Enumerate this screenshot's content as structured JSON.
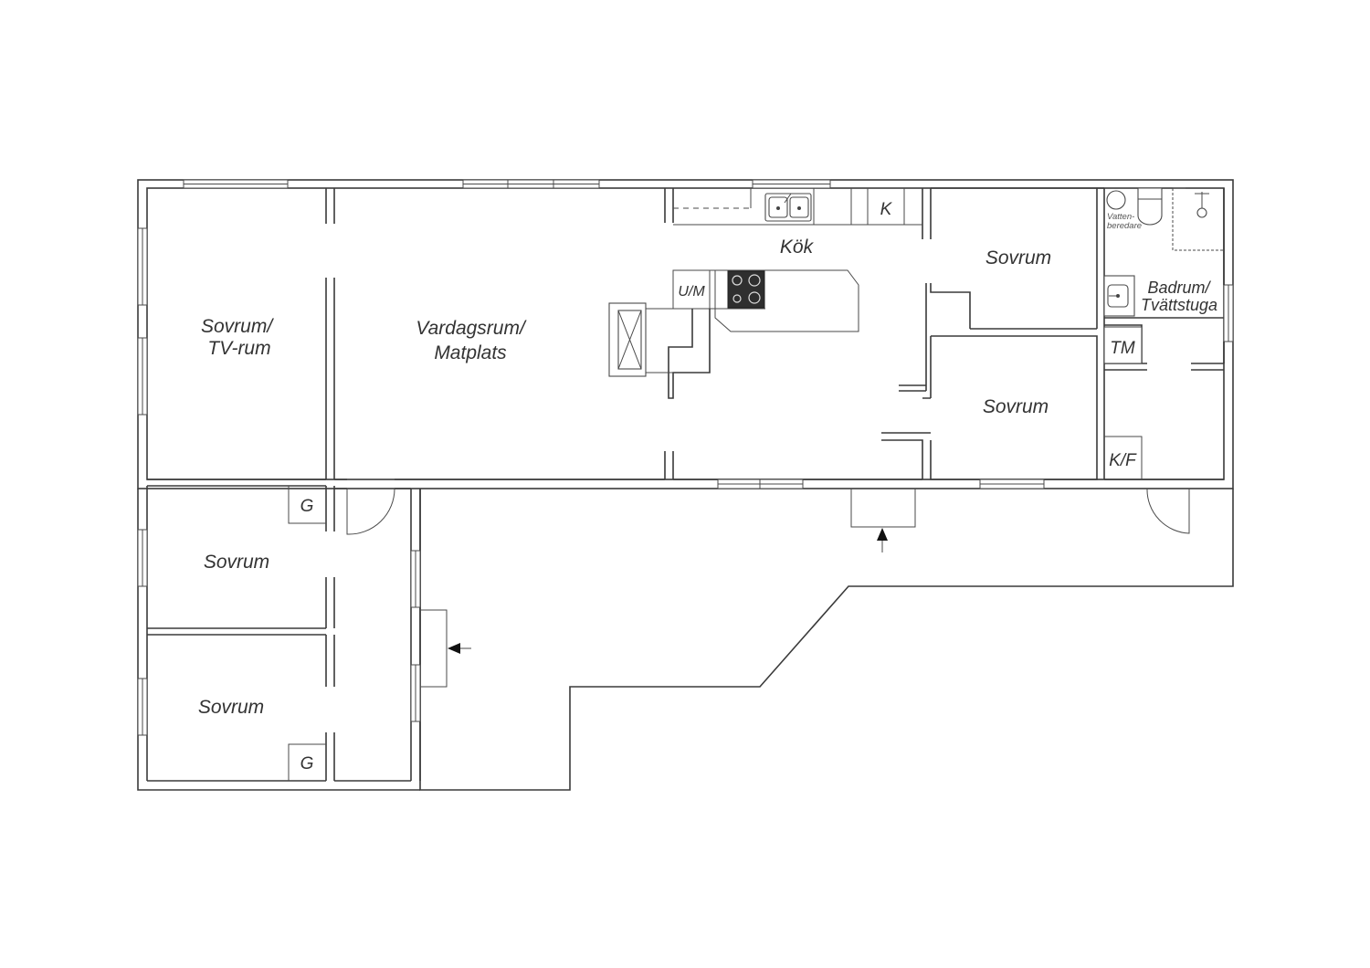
{
  "rooms": {
    "sovrum_tv": [
      "Sovrum/",
      "TV-rum"
    ],
    "vardagsrum": [
      "Vardagsrum/",
      "Matplats"
    ],
    "kok": "Kök",
    "sovrum_ne": "Sovrum",
    "sovrum_e": "Sovrum",
    "badrum": [
      "Badrum/",
      "Tvättstuga"
    ],
    "sovrum_sw1": "Sovrum",
    "sovrum_sw2": "Sovrum"
  },
  "fixtures": {
    "kyl": "K",
    "ugn_micro": "U/M",
    "torktumlare": "TM",
    "kyl_frys": "K/F",
    "garderob_1": "G",
    "garderob_2": "G",
    "vattenberedare": [
      "Vatten-",
      "beredare"
    ]
  },
  "icons": [
    "entrance-arrow-icon",
    "sink-icon",
    "stove-icon",
    "toilet-icon",
    "shower-icon",
    "washbasin-icon",
    "water-heater-icon"
  ]
}
